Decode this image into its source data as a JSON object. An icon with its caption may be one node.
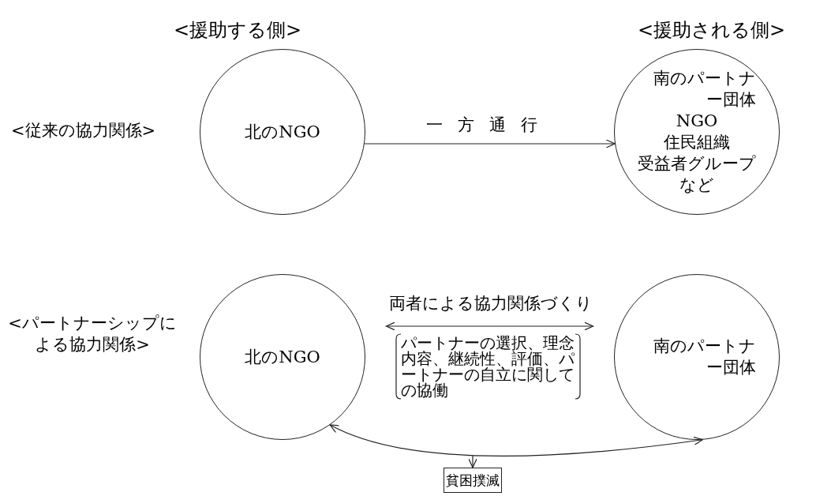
{
  "diagram": {
    "nodes": [
      {
        "text": [
          "北のNGO"
        ]
      },
      {
        "text": [
          "南のパートナー団体",
          "NGO",
          "住民組織",
          "受益者グループ",
          "など"
        ]
      },
      {
        "text": [
          "北のNGO"
        ]
      },
      {
        "text": [
          "南のパートナー団体"
        ]
      },
      {
        "text": [
          "貧困撲滅"
        ]
      }
    ],
    "edges": [
      {
        "from": 0,
        "to": 1,
        "arrow": "to",
        "label": "一方通行"
      },
      {
        "from": 2,
        "to": 3,
        "arrow": "both",
        "label": "両者による協力関係づくり"
      },
      {
        "from": 2,
        "to": 3,
        "arrow": "both"
      },
      {
        "from": null,
        "to": 4,
        "arrow": "to"
      }
    ],
    "labels": [
      "<援助する側>",
      "<援助される側>",
      "<従来の協力関係>",
      "<パートナーシップによる協力関係>",
      "パートナーの選択、理念内容、継続性、評価、パートナーの自立に関しての協働"
    ]
  }
}
